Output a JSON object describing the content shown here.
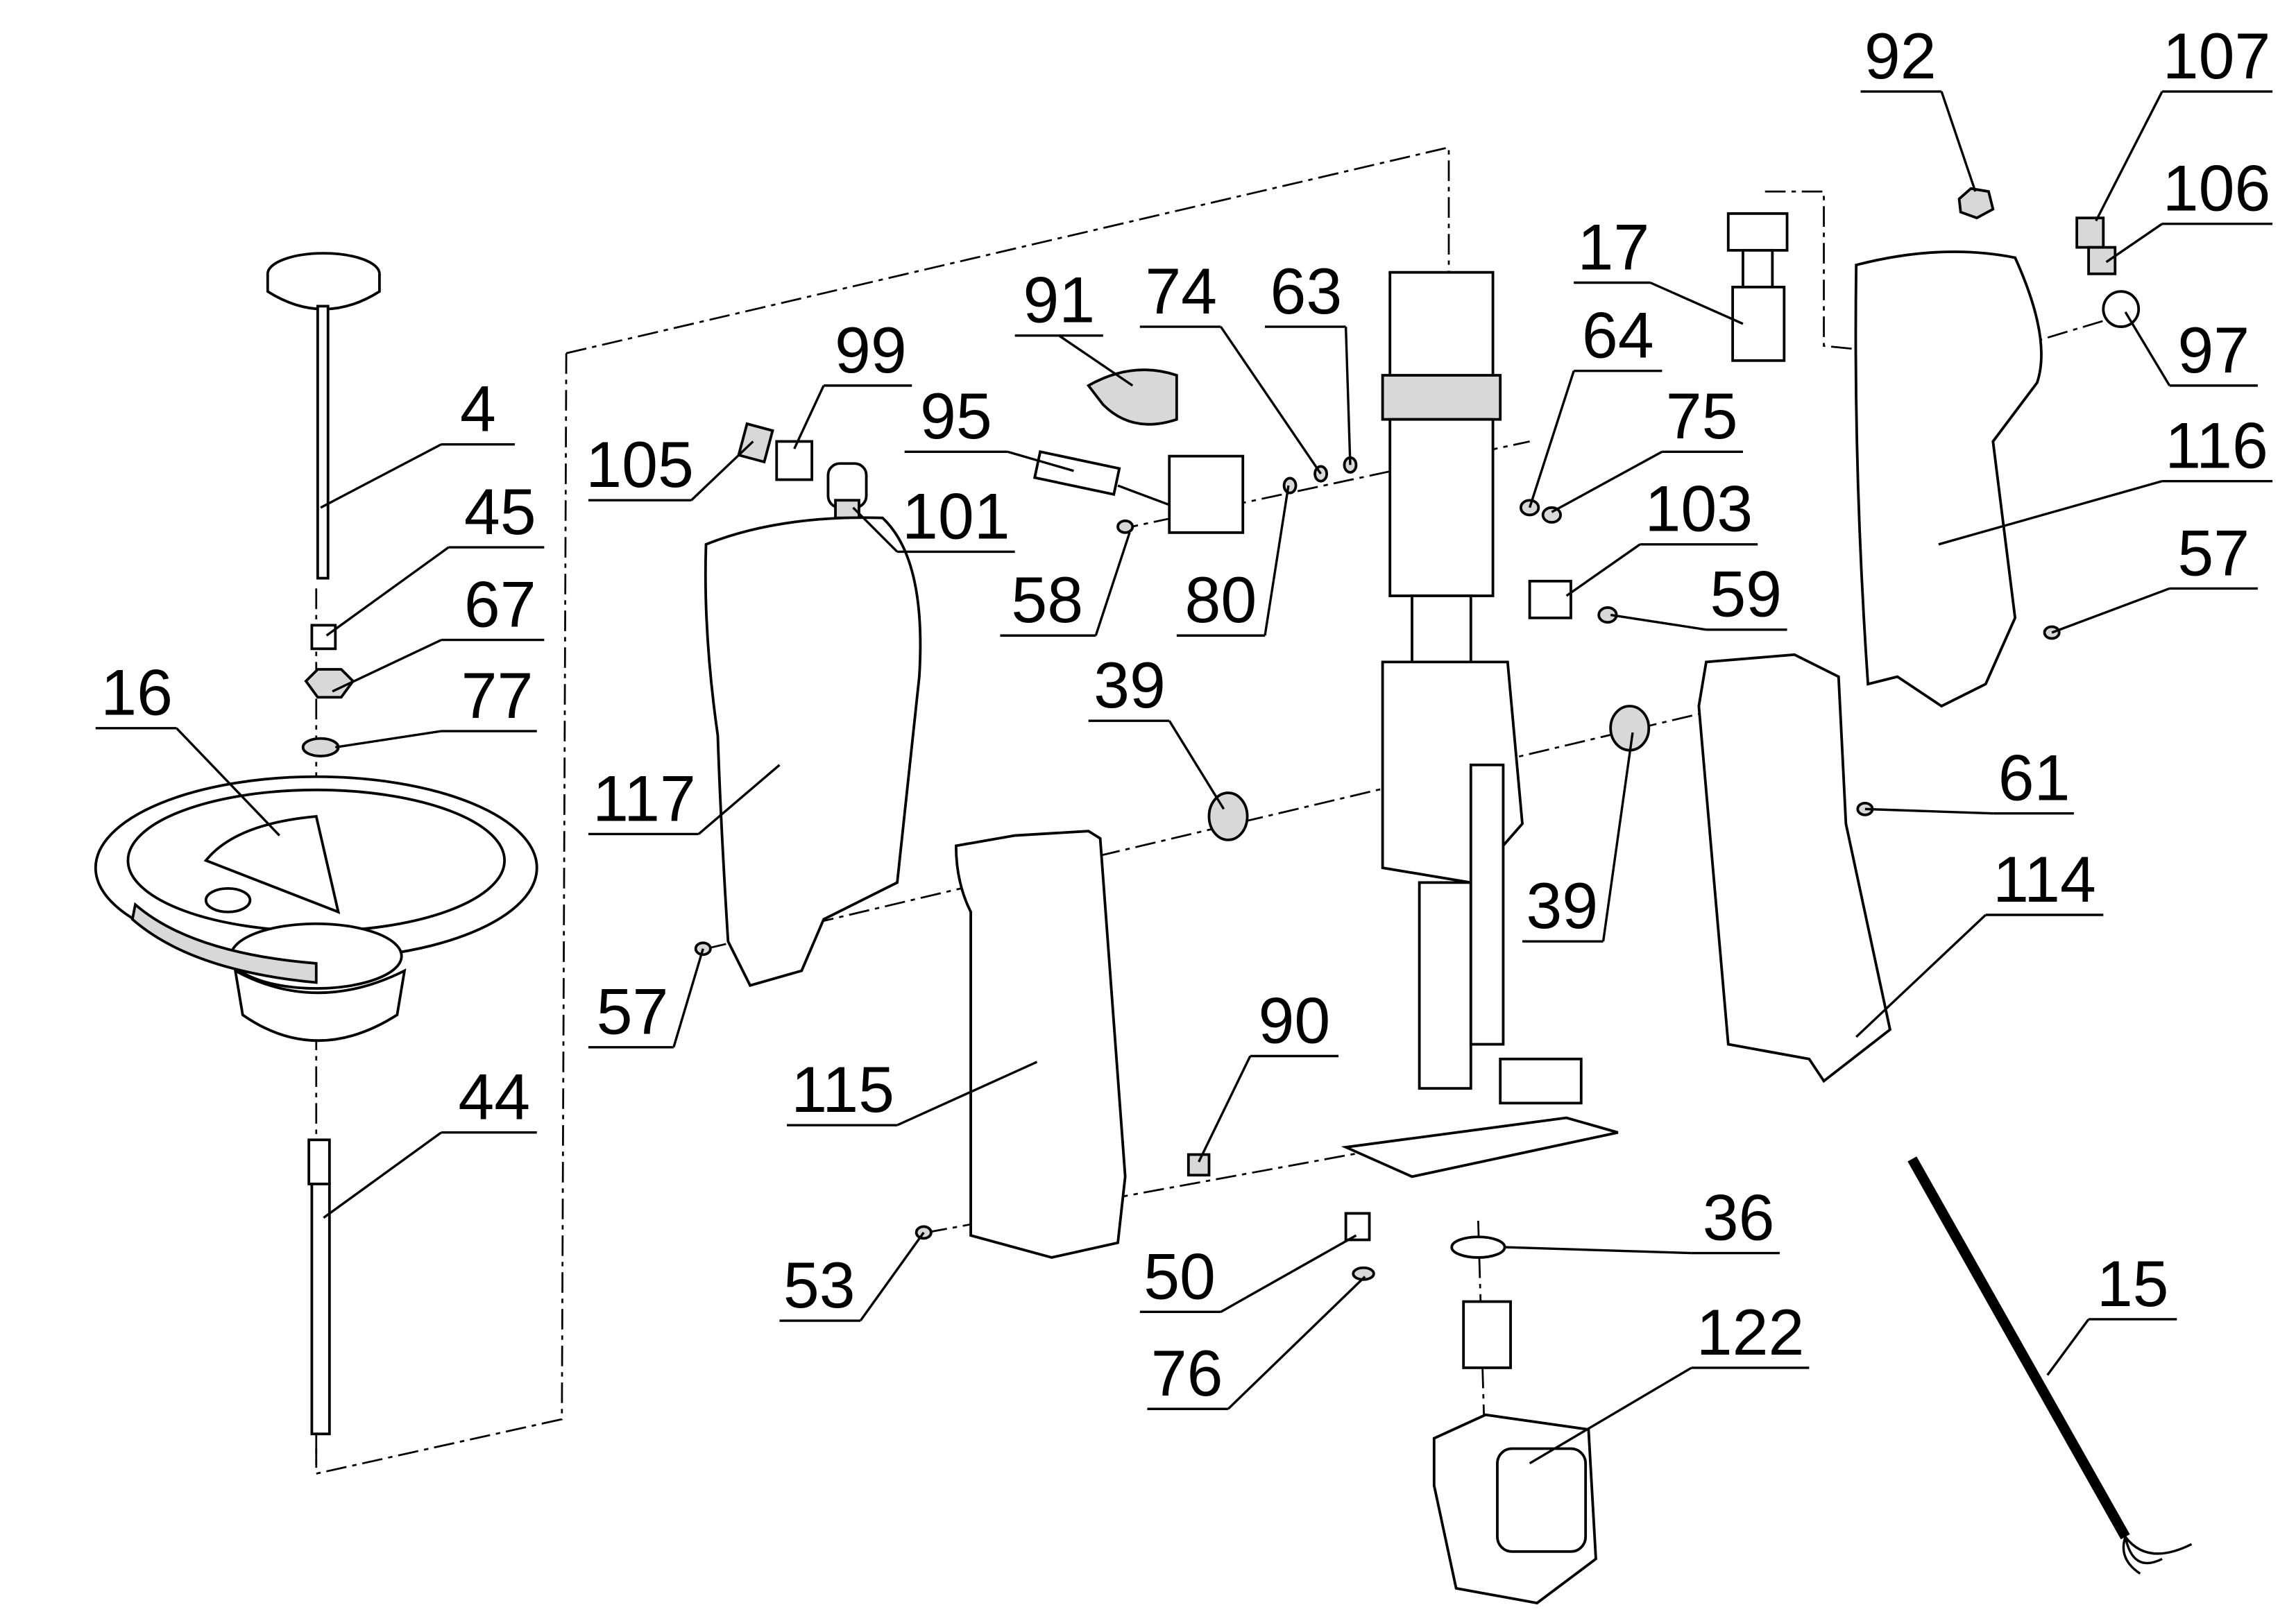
{
  "diagram": {
    "type": "exploded parts diagram",
    "callouts": [
      {
        "id": "4",
        "label": "4"
      },
      {
        "id": "45",
        "label": "45"
      },
      {
        "id": "67",
        "label": "67"
      },
      {
        "id": "77",
        "label": "77"
      },
      {
        "id": "16",
        "label": "16"
      },
      {
        "id": "44",
        "label": "44"
      },
      {
        "id": "105",
        "label": "105"
      },
      {
        "id": "99",
        "label": "99"
      },
      {
        "id": "95",
        "label": "95"
      },
      {
        "id": "101",
        "label": "101"
      },
      {
        "id": "91",
        "label": "91"
      },
      {
        "id": "58",
        "label": "58"
      },
      {
        "id": "80",
        "label": "80"
      },
      {
        "id": "74",
        "label": "74"
      },
      {
        "id": "63",
        "label": "63"
      },
      {
        "id": "117",
        "label": "117"
      },
      {
        "id": "39a",
        "label": "39"
      },
      {
        "id": "57a",
        "label": "57"
      },
      {
        "id": "115",
        "label": "115"
      },
      {
        "id": "90",
        "label": "90"
      },
      {
        "id": "53",
        "label": "53"
      },
      {
        "id": "50",
        "label": "50"
      },
      {
        "id": "76",
        "label": "76"
      },
      {
        "id": "17",
        "label": "17"
      },
      {
        "id": "64",
        "label": "64"
      },
      {
        "id": "75",
        "label": "75"
      },
      {
        "id": "103",
        "label": "103"
      },
      {
        "id": "59",
        "label": "59"
      },
      {
        "id": "39b",
        "label": "39"
      },
      {
        "id": "36",
        "label": "36"
      },
      {
        "id": "122",
        "label": "122"
      },
      {
        "id": "92",
        "label": "92"
      },
      {
        "id": "107",
        "label": "107"
      },
      {
        "id": "106",
        "label": "106"
      },
      {
        "id": "97",
        "label": "97"
      },
      {
        "id": "116",
        "label": "116"
      },
      {
        "id": "57b",
        "label": "57"
      },
      {
        "id": "61",
        "label": "61"
      },
      {
        "id": "114",
        "label": "114"
      },
      {
        "id": "15",
        "label": "15"
      }
    ]
  }
}
